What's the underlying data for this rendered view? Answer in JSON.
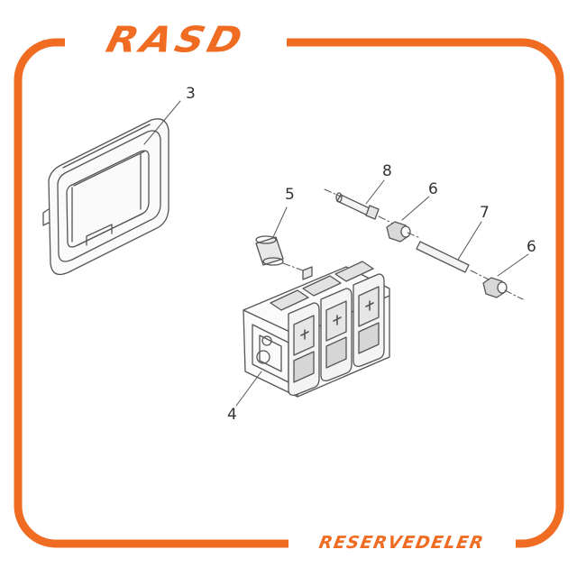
{
  "brand": {
    "logo_text": "RASD",
    "footer_text": "RESERVEDELER"
  },
  "colors": {
    "accent": "#ef6c22",
    "line": "#555555"
  },
  "callouts": {
    "c3": "3",
    "c8": "8",
    "c6a": "6",
    "c5": "5",
    "c7": "7",
    "c6b": "6",
    "c4": "4"
  }
}
